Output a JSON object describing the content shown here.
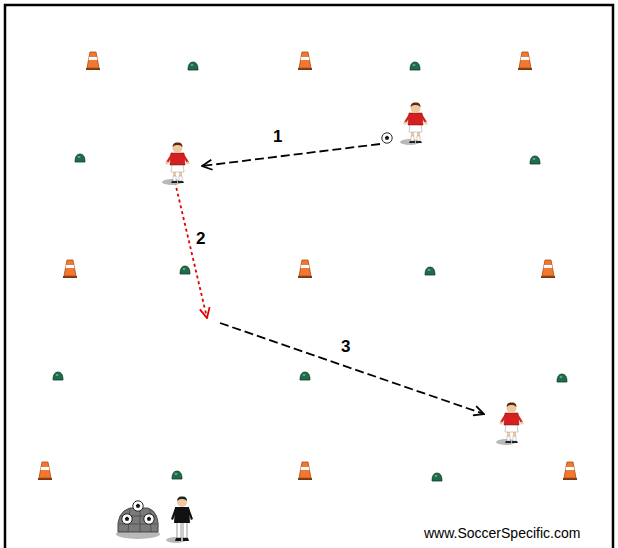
{
  "diagram": {
    "labels": [
      "1",
      "2",
      "3",
      "www.SoccerSpecific.com"
    ]
  }
}
